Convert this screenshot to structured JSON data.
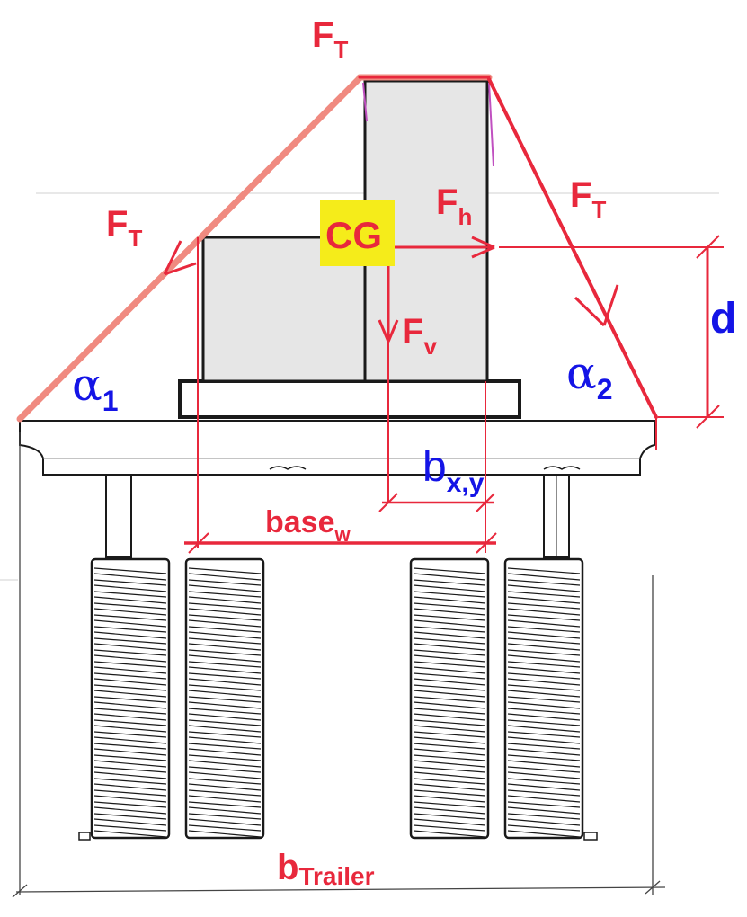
{
  "labels": {
    "ft_top": {
      "main": "F",
      "sub": "T"
    },
    "ft_left": {
      "main": "F",
      "sub": "T"
    },
    "ft_right": {
      "main": "F",
      "sub": "T"
    },
    "fh": {
      "main": "F",
      "sub": "h"
    },
    "fv": {
      "main": "F",
      "sub": "v"
    },
    "cg": "CG",
    "d": "d",
    "alpha1": {
      "main": "α",
      "sub": "1"
    },
    "alpha2": {
      "main": "α",
      "sub": "2"
    },
    "bxy": {
      "main": "b",
      "sub": "x,y"
    },
    "basew": {
      "main": "base",
      "sub": "w"
    },
    "btrailer": {
      "main": "b",
      "sub": "Trailer"
    }
  },
  "colors": {
    "force_red": "#e8283c",
    "strap_salmon": "#f08a80",
    "label_blue": "#1414e6",
    "cg_highlight": "#f5ec1a",
    "cargo_fill": "#e6e6e6",
    "outline": "#1a1a1a"
  }
}
